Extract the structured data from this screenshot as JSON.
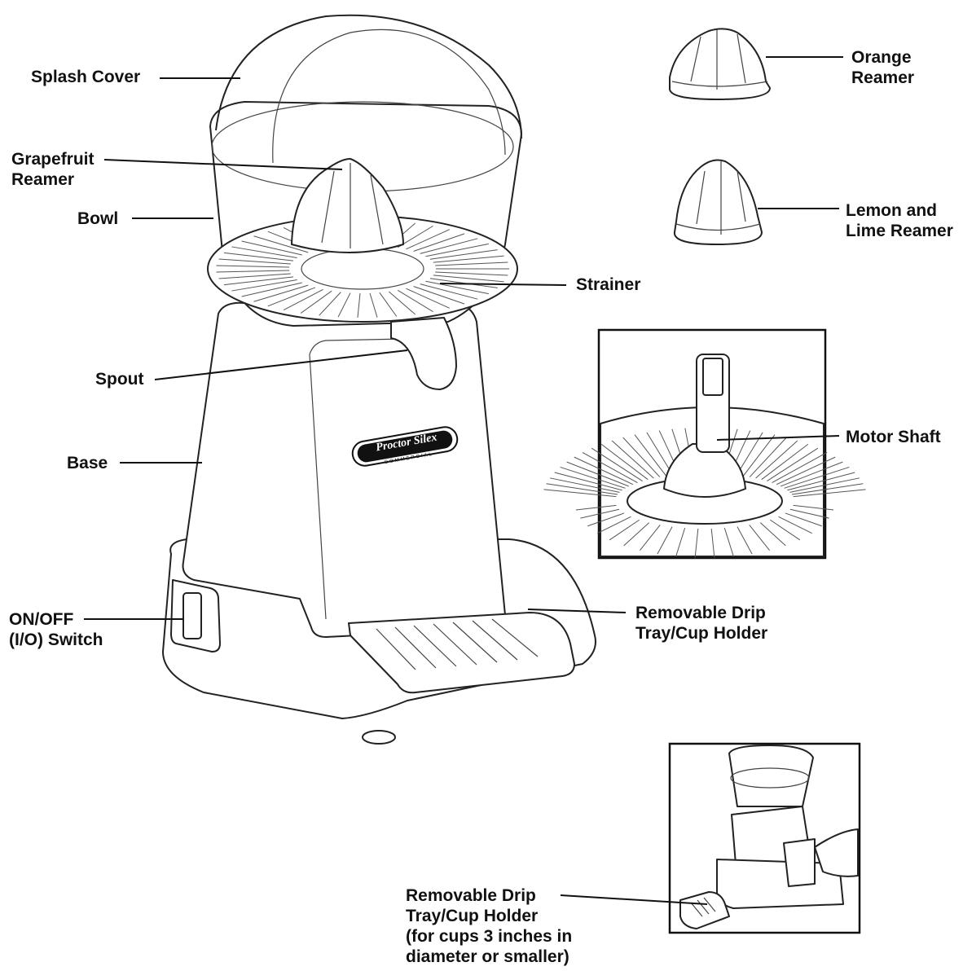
{
  "labels": {
    "splash_cover": "Splash Cover",
    "grapefruit_reamer": [
      "Grapefruit",
      "Reamer"
    ],
    "bowl": "Bowl",
    "strainer": "Strainer",
    "spout": "Spout",
    "base": "Base",
    "on_off_switch": [
      "ON/OFF",
      "(I/O) Switch"
    ],
    "drip_tray_main": [
      "Removable Drip",
      "Tray/Cup Holder"
    ],
    "orange_reamer": [
      "Orange",
      "Reamer"
    ],
    "lemon_lime_reamer": [
      "Lemon and",
      "Lime Reamer"
    ],
    "motor_shaft": "Motor Shaft",
    "drip_tray_inset": [
      "Removable Drip",
      "Tray/Cup Holder",
      "(for cups 3 inches in",
      "diameter or smaller)"
    ]
  },
  "logo": {
    "brand": "Proctor Silex",
    "sub": "COMMERCIAL"
  }
}
